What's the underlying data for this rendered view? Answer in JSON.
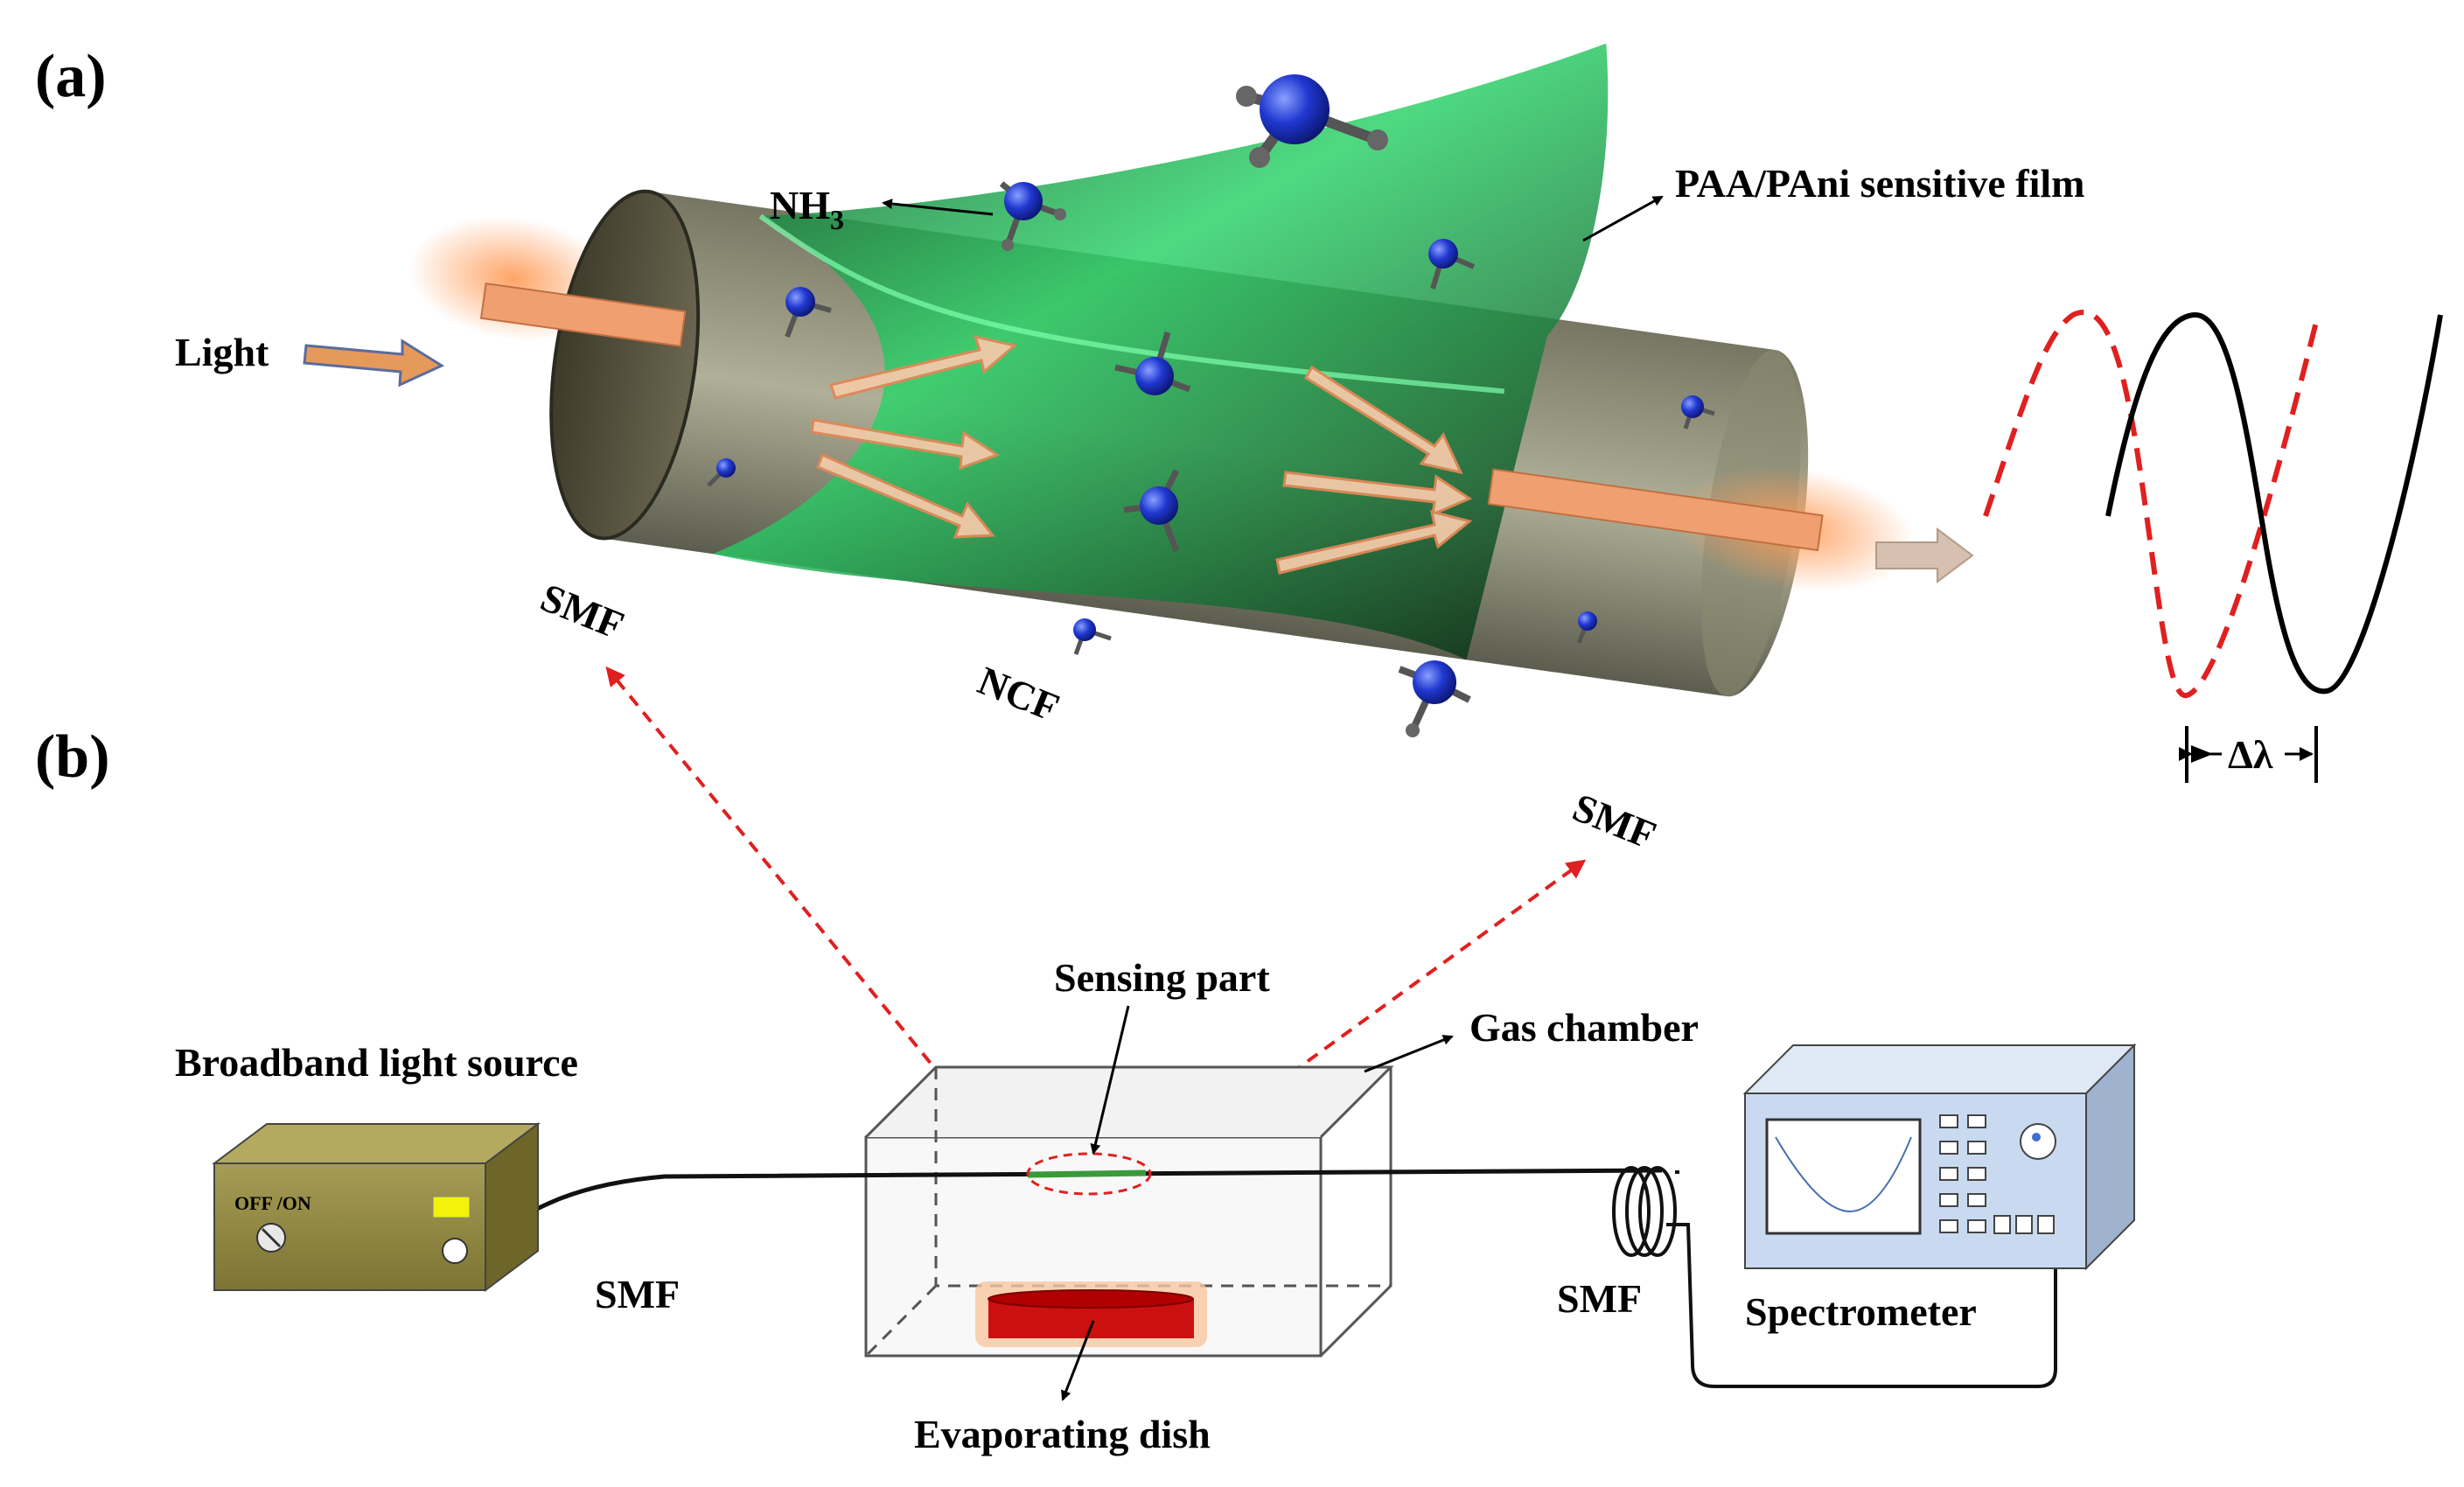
{
  "panels": {
    "a": "(a)",
    "b": "(b)"
  },
  "labels": {
    "light": "Light",
    "nh3_main": "NH",
    "nh3_sub": "3",
    "film": "PAA/PAni sensitive film",
    "smf_left": "SMF",
    "ncf": "NCF",
    "smf_right": "SMF",
    "delta_lambda": "Δλ",
    "sensing_part": "Sensing part",
    "gas_chamber": "Gas chamber",
    "light_source": "Broadband light source",
    "off_on": "OFF /ON",
    "smf_bottom_left": "SMF",
    "smf_bottom_right": "SMF",
    "spectrometer": "Spectrometer",
    "evaporating_dish": "Evaporating dish"
  },
  "colors": {
    "molecule": "#1f35c8",
    "film_green": "#2fd36b",
    "fiber_orange": "#f0a070",
    "device_olive": "#8a7f3a",
    "spectrometer_blue": "#c9daf0",
    "red_dashed": "#e02020",
    "dish_red": "#cc1010"
  }
}
